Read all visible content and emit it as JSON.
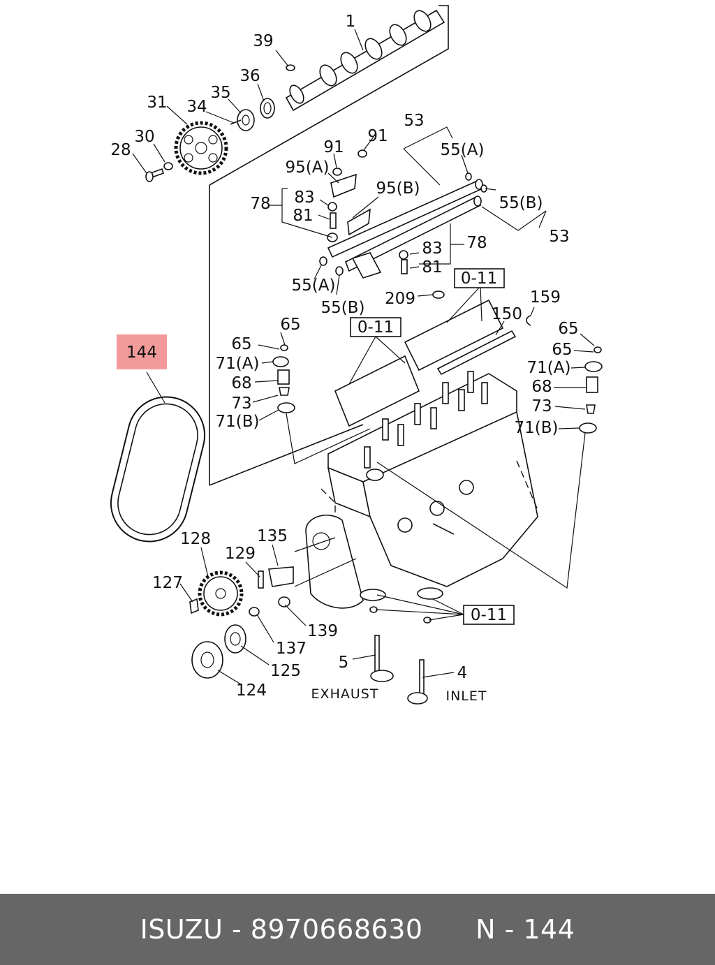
{
  "diagram": {
    "highlight_color": "#f29a9a",
    "highlighted_label": "144",
    "ref_boxes": [
      "0-11",
      "0-11",
      "0-11"
    ],
    "callouts": {
      "c1": "1",
      "c39": "39",
      "c36": "36",
      "c35": "35",
      "c34": "34",
      "c31": "31",
      "c30": "30",
      "c28": "28",
      "c53a": "53",
      "c53b": "53",
      "c55a_top": "55(A)",
      "c91a": "91",
      "c91b": "91",
      "c95a": "95(A)",
      "c95b": "95(B)",
      "c83a": "83",
      "c78a": "78",
      "c81a": "81",
      "c55b_right": "55(B)",
      "c83b": "83",
      "c78b": "78",
      "c81b": "81",
      "c55a_low": "55(A)",
      "c55b_low": "55(B)",
      "c209": "209",
      "c159": "159",
      "c150": "150",
      "c65a": "65",
      "c65b": "65",
      "c71a_l": "71(A)",
      "c68_l": "68",
      "c73_l": "73",
      "c71b_l": "71(B)",
      "c65c": "65",
      "c65d": "65",
      "c71a_r": "71(A)",
      "c68_r": "68",
      "c73_r": "73",
      "c71b_r": "71(B)",
      "c128": "128",
      "c129": "129",
      "c135": "135",
      "c127": "127",
      "c139": "139",
      "c137": "137",
      "c125": "125",
      "c124": "124",
      "c5": "5",
      "c4": "4"
    },
    "exhaust_label": "EXHAUST",
    "inlet_label": "INLET"
  },
  "footer": {
    "brand": "ISUZU",
    "separator": " - ",
    "part_number": "8970668630",
    "ref": "N - 144"
  }
}
